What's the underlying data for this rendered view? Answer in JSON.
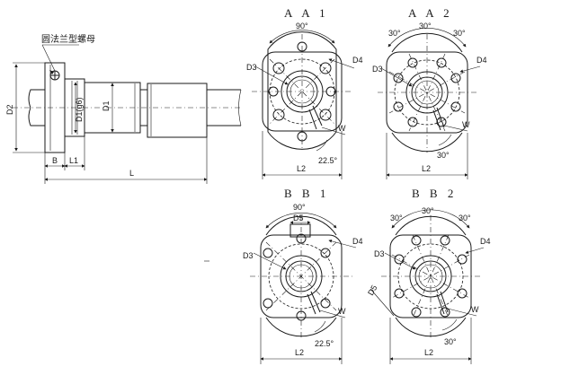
{
  "callout": {
    "flange_nut": "圆法兰型螺母"
  },
  "side_view": {
    "d2": "D2",
    "d1g6": "D1(g6)",
    "d1": "D1",
    "b": "B",
    "l1": "L1",
    "l": "L"
  },
  "views": [
    {
      "id": "AA1",
      "title": "A A 1",
      "angles": [
        "90°"
      ],
      "d3": "D3",
      "d4": "D4",
      "w": "W",
      "l2": "L2",
      "angle_small": "22.5°"
    },
    {
      "id": "AA2",
      "title": "A A 2",
      "angles": [
        "30°",
        "30°",
        "30°"
      ],
      "d3": "D3",
      "d4": "D4",
      "w": "W",
      "l2": "L2",
      "angle_small": "30°"
    },
    {
      "id": "BB1",
      "title": "B B 1",
      "angles": [
        "90°"
      ],
      "d5": "D5",
      "d3": "D3",
      "d4": "D4",
      "w": "W",
      "l2": "L2",
      "angle_small": "22.5°"
    },
    {
      "id": "BB2",
      "title": "B B 2",
      "angles": [
        "30°",
        "30°",
        "30°"
      ],
      "d3": "D3",
      "d4": "D4",
      "d5": "D5",
      "w": "W",
      "l2": "L2",
      "angle_small": "30°"
    }
  ]
}
